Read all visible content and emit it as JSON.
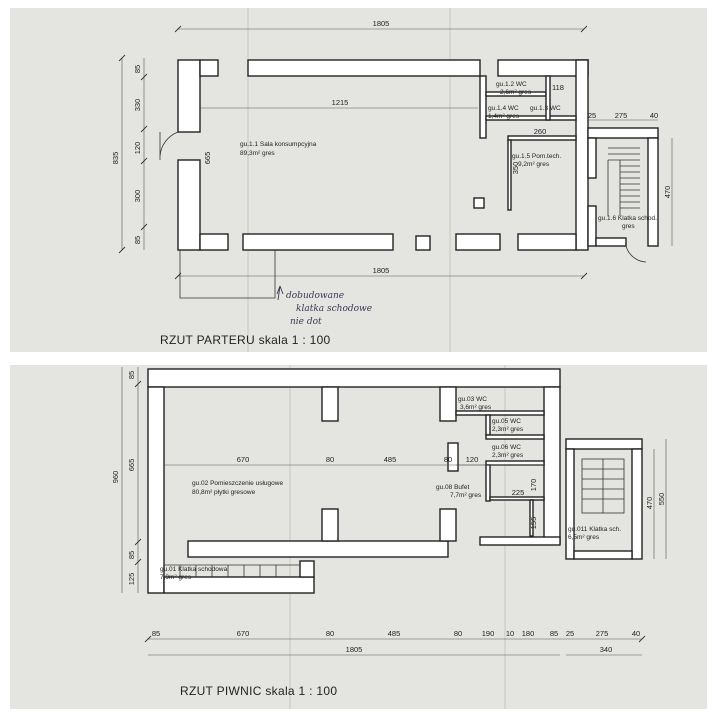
{
  "ground_floor": {
    "caption": "RZUT PARTERU  skala  1 : 100",
    "dims": {
      "top_total": "1805",
      "inner_width": "1215",
      "bottom_total": "1805",
      "left_total": "835",
      "left_85_top": "85",
      "left_330": "330",
      "left_120": "120",
      "left_300": "300",
      "left_85_bottom": "85",
      "inner_height": "665",
      "wc_118": "118",
      "tech_260": "260",
      "tech_350": "350",
      "stair_25": "25",
      "stair_275": "275",
      "stair_40": "40",
      "stair_470": "470"
    },
    "rooms": {
      "hall_line1": "gu.1.1  Sala konsumpcyjna",
      "hall_line2": "89,3m² gres",
      "wc1_line1": "gu.1.2 WC",
      "wc1_line2": "2,6m² gres",
      "wc2_line1": "gu.1.4 WC",
      "wc2_line2": "1,4m² gres",
      "wc3_line1": "gu.1.3 WC",
      "tech_line1": "gu.1.5  Pom.tech.",
      "tech_line2": "9,2m² gres",
      "stair_line1": "gu.1.6 Klatka schod.",
      "stair_line2": "gres"
    },
    "annotation": {
      "line1": "dobudowane",
      "line2": "klatka schodowe",
      "line3": "nie dot"
    }
  },
  "basement": {
    "caption": "RZUT PIWNIC  skala  1 : 100",
    "dims": {
      "left_total": "960",
      "left_85_top": "85",
      "left_665": "665",
      "left_85_bottom": "85",
      "left_125": "125",
      "row_670": "670",
      "row_80a": "80",
      "row_485": "485",
      "row_80b": "80",
      "row_120": "120",
      "bot_85": "85",
      "bot_670": "670",
      "bot_80a": "80",
      "bot_485": "485",
      "bot_80b": "80",
      "bot_190": "190",
      "bot_10": "10",
      "bot_180": "180",
      "bot_85b": "85",
      "bot_25": "25",
      "bot_275": "275",
      "bot_40": "40",
      "bottom_total": "1805",
      "bottom_340": "340",
      "right_470": "470",
      "right_550": "550",
      "v_170": "170",
      "v_155": "155",
      "h_225": "225"
    },
    "rooms": {
      "main_line1": "gu.02  Pomieszczenie usługowe",
      "main_line2": "80,8m²  płytki gresowe",
      "stair_line1": "gu.01  Klatka schodowa",
      "stair_line2": "7,9m² gres",
      "wc1_line1": "gu.03  WC",
      "wc1_line2": "3,6m² gres",
      "wc2_line1": "gu.05  WC",
      "wc2_line2": "2,3m² gres",
      "wc3_line1": "gu.06  WC",
      "wc3_line2": "2,3m² gres",
      "buffet_line1": "gu.08  Bufet",
      "buffet_line2": "7,7m² gres",
      "stair2_line1": "gu.011 Klatka sch.",
      "stair2_line2": "6,5m² gres"
    }
  }
}
